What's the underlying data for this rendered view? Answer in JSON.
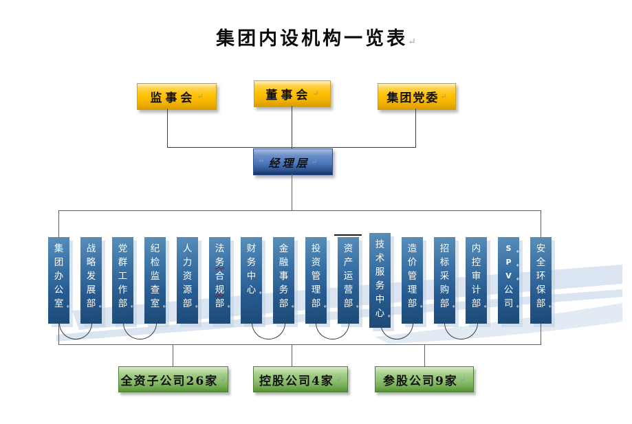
{
  "title": {
    "text": "集团内设机构一览表"
  },
  "marks": {
    "pilcrow": "↵"
  },
  "top_row": [
    {
      "label": "监事会"
    },
    {
      "label": "董事会"
    },
    {
      "label": "集团党委"
    }
  ],
  "management": {
    "label": "经理层"
  },
  "departments": [
    {
      "label": "集团办公室"
    },
    {
      "label": "战略发展部"
    },
    {
      "label": "党群工作部"
    },
    {
      "label": "纪检监查室"
    },
    {
      "label": "人力资源部"
    },
    {
      "label": "法务合规部",
      "misspell_char_indexes": [
        1,
        3
      ]
    },
    {
      "label": "财务中心"
    },
    {
      "label": "金融事务部"
    },
    {
      "label": "投资管理部"
    },
    {
      "label": "资产运营部",
      "overline": true
    },
    {
      "label": "技术服务中心",
      "tall": true
    },
    {
      "label": "造价管理部"
    },
    {
      "label": "招标采购部"
    },
    {
      "label": "内控审计部"
    },
    {
      "label": "SPV公司",
      "pilcrow_after_indexes": [
        0,
        1,
        2,
        4
      ]
    },
    {
      "label": "安全环保部"
    }
  ],
  "arc_pairs": [
    [
      0,
      1
    ],
    [
      2,
      3
    ],
    [
      6,
      7
    ],
    [
      8,
      9
    ],
    [
      10,
      11
    ],
    [
      12,
      13
    ]
  ],
  "bottom_row": [
    {
      "label": "全资子公司26家"
    },
    {
      "label": "控股公司4家"
    },
    {
      "label": "参股公司9家"
    }
  ],
  "colors": {
    "dept_blue_top": "#5a8fba",
    "dept_blue_bottom": "#1d4a75",
    "gold": "#ffc103",
    "management_blue": "#4a74ba",
    "green": "#8cbe6d",
    "green_border": "#4f7d33",
    "stripe_blue": "#bed0e6",
    "connector_dark": "#3a3a3a",
    "connector_gray": "#5f5f5f",
    "misspell_red": "#c00000"
  }
}
